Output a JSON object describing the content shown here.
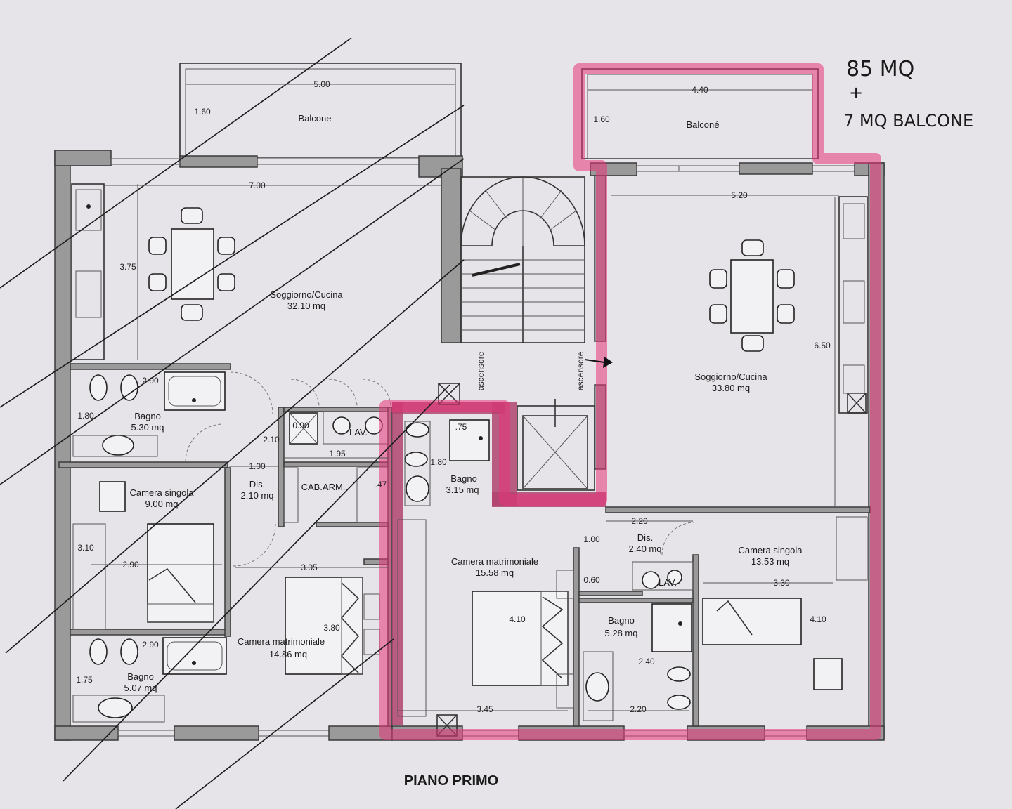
{
  "handwritten_note": {
    "line1": "85 MQ",
    "line2": "+",
    "line3": "7 MQ BALCONE"
  },
  "drawing_title": "PIANO PRIMO",
  "rooms": {
    "balcone_left": "Balcone",
    "balcone_right": "Balconé",
    "soggiorno_left": {
      "name": "Soggiorno/Cucina",
      "area": "32.10 mq"
    },
    "soggiorno_right": {
      "name": "Soggiorno/Cucina",
      "area": "33.80 mq"
    },
    "bagno_top_left": {
      "name": "Bagno",
      "area": "5.30 mq"
    },
    "bagno_bottom_left": {
      "name": "Bagno",
      "area": "5.07 mq"
    },
    "camera_singola_left": {
      "name": "Camera singola",
      "area": "9.00 mq"
    },
    "dis_left": {
      "name": "Dis.",
      "area": "2.10 mq"
    },
    "cab_arm": "CAB.ARM.",
    "lav_left": "LAV.",
    "camera_matr_left": {
      "name": "Camera matrimoniale",
      "area": "14.86 mq"
    },
    "bagno_center": {
      "name": "Bagno",
      "area": "3.15 mq"
    },
    "camera_matr_center": {
      "name": "Camera matrimoniale",
      "area": "15.58 mq"
    },
    "dis_right": {
      "name": "Dis.",
      "area": "2.40 mq"
    },
    "lav_right": "LAV.",
    "bagno_right": {
      "name": "Bagno",
      "area": "5.28 mq"
    },
    "camera_singola_right": {
      "name": "Camera singola",
      "area": "13.53 mq"
    }
  },
  "dimensions": {
    "d_500": "5.00",
    "d_160a": "1.60",
    "d_440": "4.40",
    "d_160b": "1.60",
    "d_700": "7.00",
    "d_375": "3.75",
    "d_520": "5.20",
    "d_650": "6.50",
    "d_290a": "2.90",
    "d_180a": "1.80",
    "d_090": "0.90",
    "d_210": "2.10",
    "d_195": "1.95",
    "d_100a": "1.00",
    "d_047": ".47",
    "d_075": ".75",
    "d_180b": "1.80",
    "d_310": "3.10",
    "d_290b": "2.90",
    "d_305": "3.05",
    "d_380": "3.80",
    "d_290c": "2.90",
    "d_175": "1.75",
    "d_220a": "2.20",
    "d_100b": "1.00",
    "d_060": "0.60",
    "d_410a": "4.10",
    "d_330": "3.30",
    "d_410b": "4.10",
    "d_240": "2.40",
    "d_345": "3.45",
    "d_220b": "2.20"
  },
  "stair_labels": {
    "left": "ascensore",
    "right": "ascensore"
  }
}
